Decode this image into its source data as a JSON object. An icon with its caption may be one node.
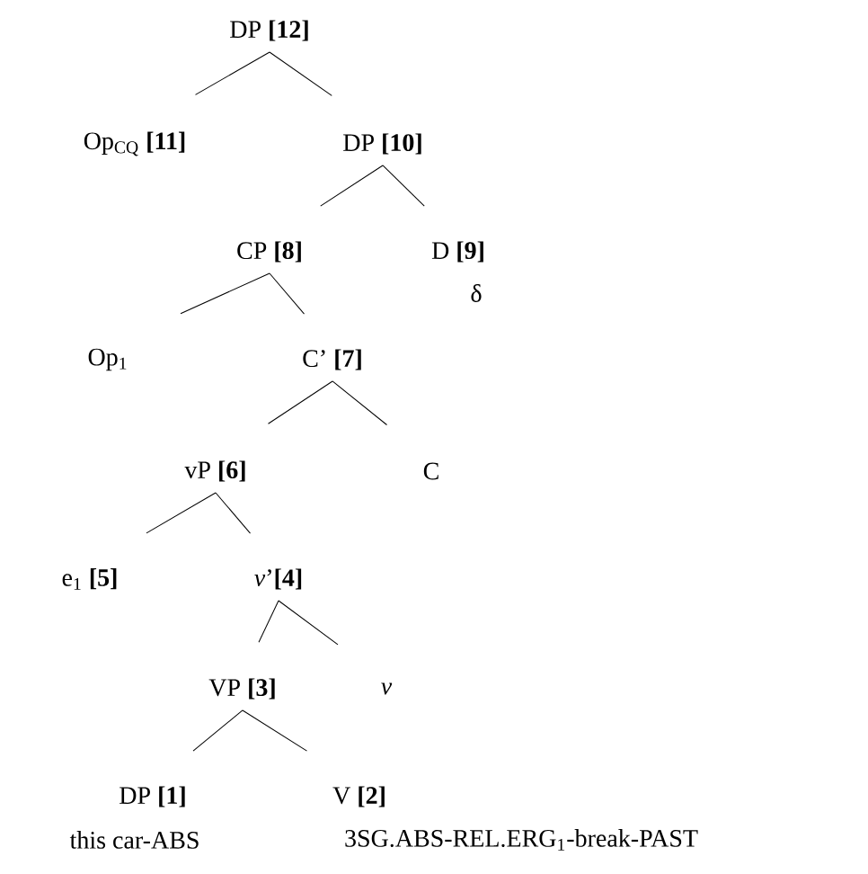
{
  "diagram": {
    "nodes": [
      {
        "text": [
          "DP **[12]**"
        ]
      },
      {
        "text": [
          "Op$_{CQ}$ **[11]**"
        ]
      },
      {
        "text": [
          "DP **[10]**"
        ]
      },
      {
        "text": [
          "CP **[8]**"
        ]
      },
      {
        "text": [
          "D **[9]**"
        ],
        "beside": [
          "δ"
        ]
      },
      {
        "text": [
          "Op$_{1}$"
        ]
      },
      {
        "text": [
          "C’ **[7]**"
        ]
      },
      {
        "text": [
          "vP **[6]**"
        ]
      },
      {
        "text": [
          "C"
        ]
      },
      {
        "text": [
          "e$_{1}$ **[5]**"
        ]
      },
      {
        "text": [
          "*v*’**[4]**"
        ]
      },
      {
        "text": [
          "VP **[3]**"
        ]
      },
      {
        "text": [
          "*v*"
        ]
      },
      {
        "text": [
          "DP **[1]**"
        ],
        "beside": [
          "this car-ABS"
        ]
      },
      {
        "text": [
          "V **[2]**"
        ],
        "beside": [
          "3SG.ABS-REL.ERG$_{1}$-break-PAST"
        ]
      }
    ],
    "edges": [
      {
        "from": 0,
        "to": 1,
        "arrow": "none"
      },
      {
        "from": 0,
        "to": 2,
        "arrow": "none"
      },
      {
        "from": 2,
        "to": 3,
        "arrow": "none"
      },
      {
        "from": 2,
        "to": 4,
        "arrow": "none"
      },
      {
        "from": 3,
        "to": 5,
        "arrow": "none"
      },
      {
        "from": 3,
        "to": 6,
        "arrow": "none"
      },
      {
        "from": 6,
        "to": 7,
        "arrow": "none"
      },
      {
        "from": 6,
        "to": 8,
        "arrow": "none"
      },
      {
        "from": 7,
        "to": 9,
        "arrow": "none"
      },
      {
        "from": 7,
        "to": 10,
        "arrow": "none"
      },
      {
        "from": 10,
        "to": 11,
        "arrow": "none"
      },
      {
        "from": 10,
        "to": 12,
        "arrow": "none"
      },
      {
        "from": 11,
        "to": 13,
        "arrow": "none"
      },
      {
        "from": 11,
        "to": 14,
        "arrow": "none"
      }
    ]
  }
}
